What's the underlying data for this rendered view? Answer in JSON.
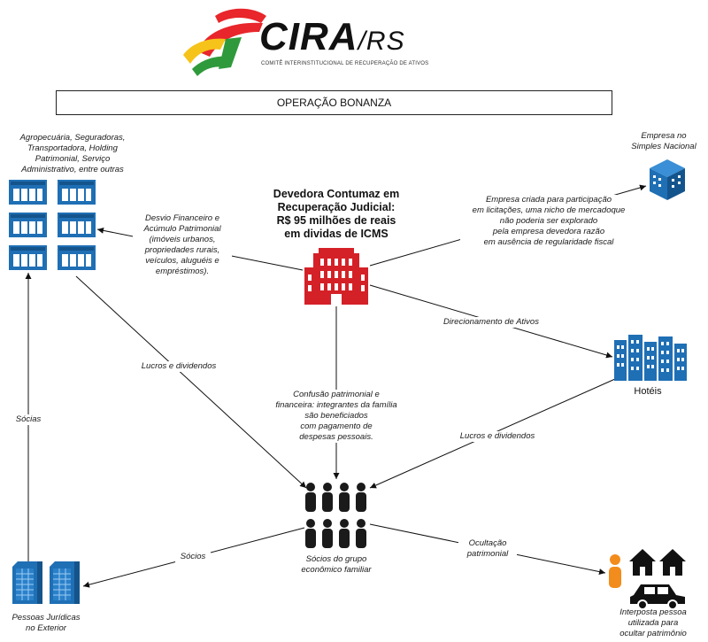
{
  "logo": {
    "name": "CIRA",
    "suffix": "/RS",
    "subtitle": "COMITÊ INTERINSTITUCIONAL DE RECUPERAÇÃO DE ATIVOS"
  },
  "title": "OPERAÇÃO BONANZA",
  "nodes": {
    "main_debtor": [
      "Devedora Contumaz em",
      "Recuperação Judicial:",
      "R$ 95 milhões de reais",
      "em dividas de ICMS"
    ],
    "companies_group": [
      "Agropecuária, Seguradoras,",
      "Transportadora, Holding",
      "Patrimonial, Serviço",
      "Administrativo, entre outras"
    ],
    "simples_company": [
      "Empresa no",
      "Simples Nacional"
    ],
    "hotels": "Hotéis",
    "family_partners": [
      "Sócios do grupo",
      "econômico familiar"
    ],
    "foreign_companies": [
      "Pessoas Jurídicas",
      "no Exterior"
    ],
    "front_person": [
      "Interposta pessoa",
      "utilizada para",
      "ocultar patrimônio"
    ]
  },
  "edges": {
    "financial_diversion": [
      "Desvio Financeiro e",
      "Acúmulo Patrimonial",
      "(imóveis urbanos,",
      "propriedades rurais,",
      "veículos, aluguéis e",
      "empréstimos)."
    ],
    "simples_creation": [
      "Empresa criada para participação",
      "em licitações, uma nicho de mercadoque",
      "não poderia ser explorado",
      "pela empresa devedora razão",
      "em ausência de regularidade fiscal"
    ],
    "asset_direction": "Direcionamento de Ativos",
    "profits_companies": "Lucros e dividendos",
    "asset_confusion": [
      "Confusão patrimonial e",
      "financeira: integrantes da família",
      "são beneficiados",
      "com pagamento de",
      "despesas pessoais."
    ],
    "profits_hotels": "Lucros e dividendos",
    "partners_left": "Sócias",
    "partners_foreign": "Sócios",
    "asset_hiding": [
      "Ocultação",
      "patrimonial"
    ]
  },
  "colors": {
    "company_blue": "#1f6fb5",
    "company_blue_dark": "#14548c",
    "debtor_red": "#d42127",
    "person_black": "#1a1a1a",
    "front_orange": "#f28c1c",
    "logo_red": "#e8262b",
    "logo_green": "#2f9a3b",
    "logo_yellow": "#f6c31a"
  }
}
